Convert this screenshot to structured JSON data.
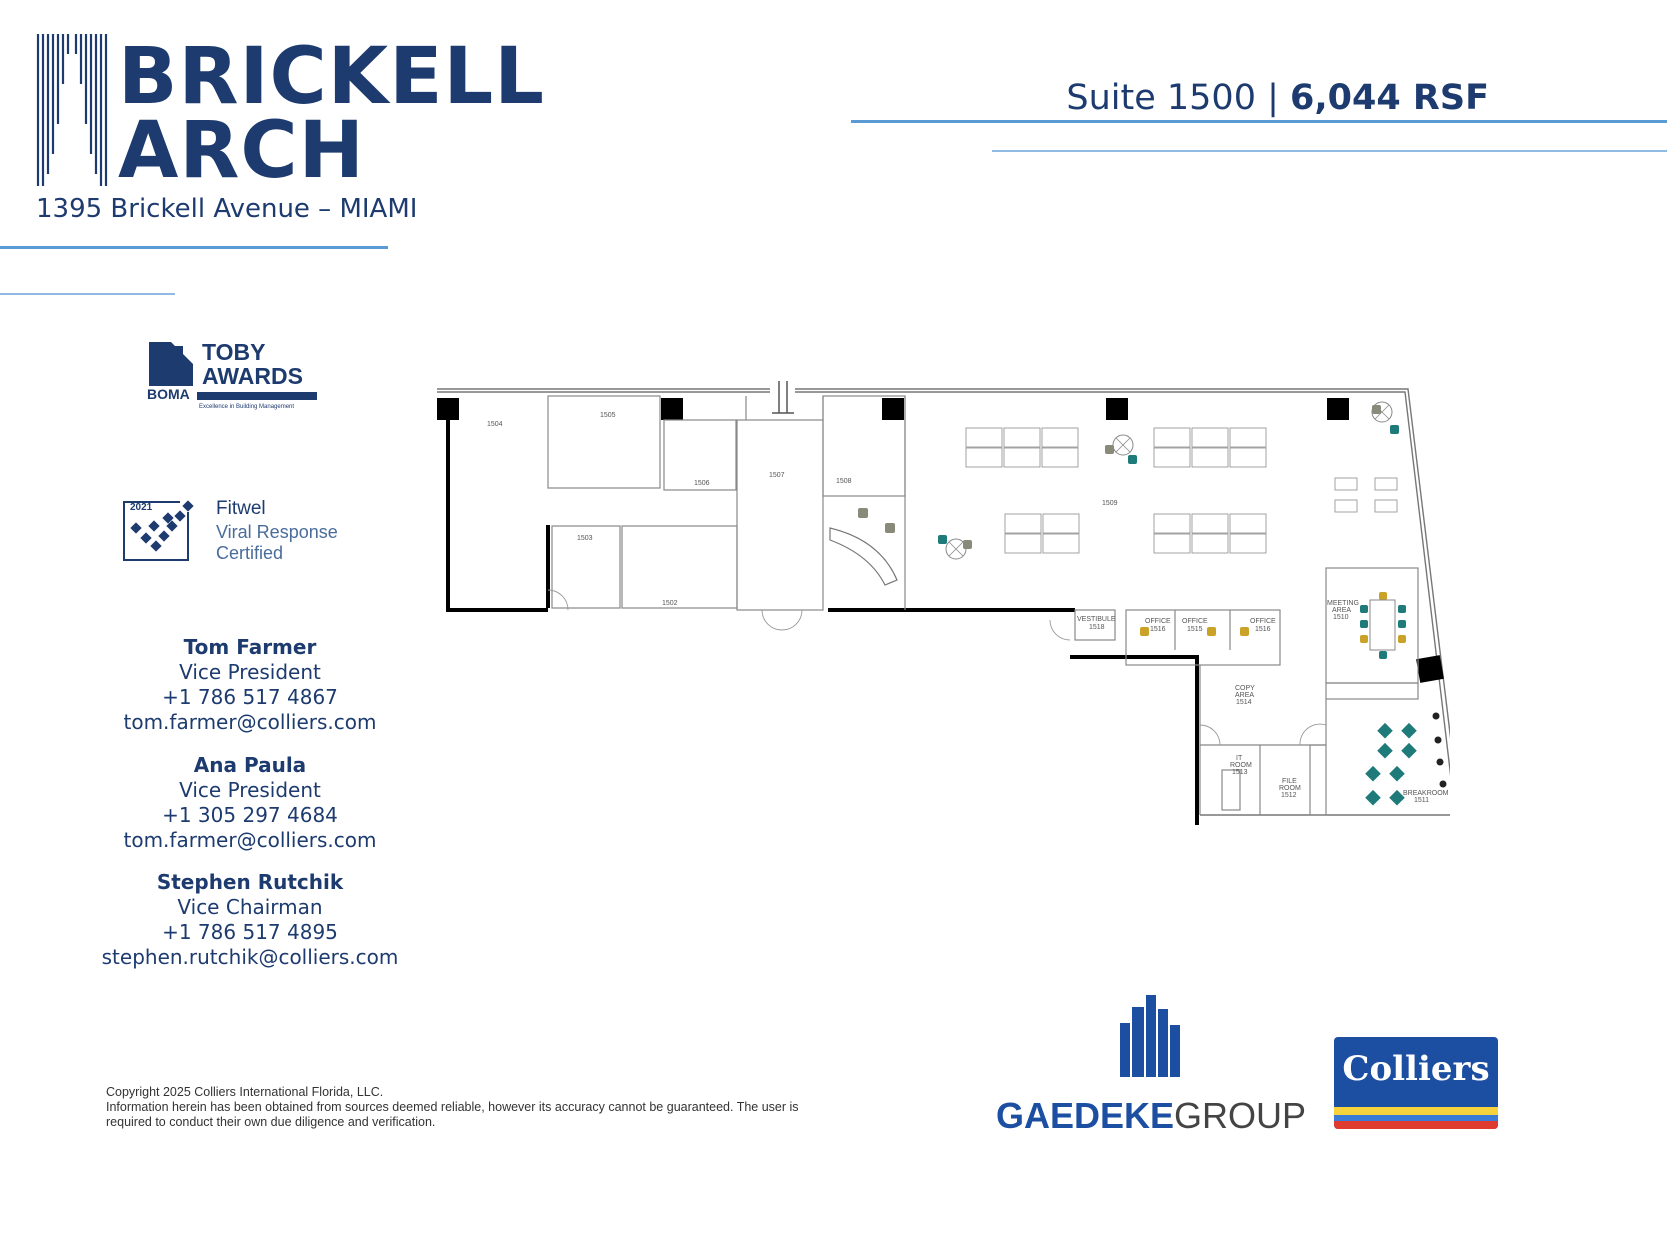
{
  "header": {
    "brand_line1": "BRICKELL",
    "brand_line2": "ARCH",
    "address": "1395 Brickell Avenue – MIAMI",
    "suite_label": "Suite 1500 |",
    "suite_area": "6,044 RSF"
  },
  "badges": {
    "toby_line1": "TOBY",
    "toby_line2": "AWARDS",
    "boma": "BOMA",
    "toby_tagline": "Excellence in Building Management",
    "fitwel_year": "2021",
    "fitwel_name": "Fitwel",
    "fitwel_line2": "Viral Response",
    "fitwel_line3": "Certified"
  },
  "contacts": [
    {
      "name": "Tom Farmer",
      "title": "Vice President",
      "phone": "+1 786 517 4867",
      "email": "tom.farmer@colliers.com"
    },
    {
      "name": "Ana Paula",
      "title": "Vice President",
      "phone": "+1 305 297 4684",
      "email": "tom.farmer@colliers.com"
    },
    {
      "name": "Stephen Rutchik",
      "title": "Vice Chairman",
      "phone": "+1 786 517 4895",
      "email": "stephen.rutchik@colliers.com"
    }
  ],
  "floorplan": {
    "rooms": {
      "r1504": "1504",
      "r1505": "1505",
      "r1506": "1506",
      "r1507": "1507",
      "r1508": "1508",
      "r1503": "1503",
      "r1502": "1502",
      "r1509": "1509",
      "vestibule": "VESTIBULE",
      "vestibule_no": "1518",
      "office1": "OFFICE",
      "office1_no": "1516",
      "office2": "OFFICE",
      "office2_no": "1515",
      "office3": "OFFICE",
      "office3_no": "1516",
      "meeting1": "MEETING",
      "meeting2": "AREA",
      "meeting_no": "1510",
      "copy1": "COPY",
      "copy2": "AREA",
      "copy_no": "1514",
      "it1": "IT",
      "it2": "ROOM",
      "it_no": "1513",
      "file1": "FILE",
      "file2": "ROOM",
      "file_no": "1512",
      "break": "BREAKROOM",
      "break_no": "1511"
    }
  },
  "footer": {
    "copyright": "Copyright 2025 Colliers International Florida, LLC.",
    "disclaimer_line1": "Information herein has been obtained from sources deemed reliable, however its accuracy cannot be guaranteed. The user is",
    "disclaimer_line2": "required to conduct their own due diligence and verification."
  },
  "logos": {
    "gaedeke_bold": "GAEDEKE",
    "gaedeke_light": "GROUP",
    "colliers": "Colliers"
  },
  "colors": {
    "navy": "#1d3b6f",
    "accent_blue": "#5b9bd5",
    "colliers_blue": "#1c4fa1",
    "teal_chair": "#1f7a7a",
    "gold_chair": "#c9a227"
  }
}
